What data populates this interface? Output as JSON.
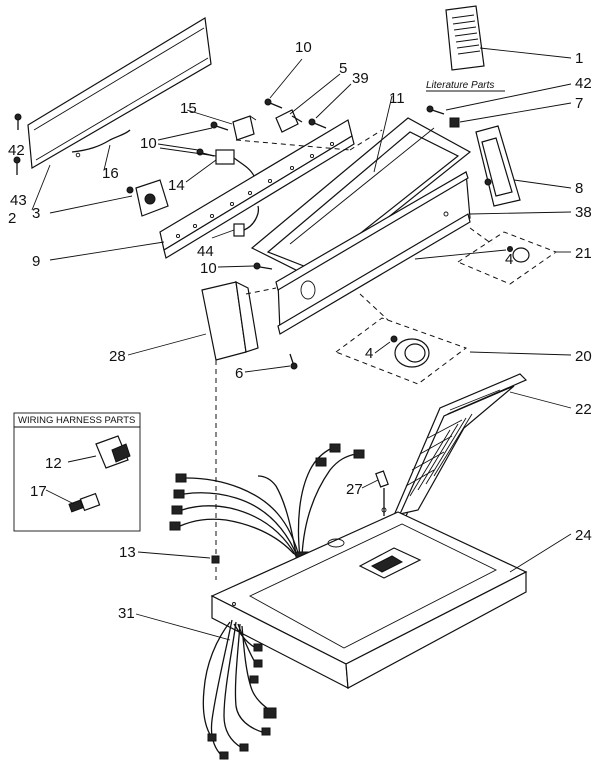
{
  "diagram": {
    "literature_label": "Literature Parts",
    "wiring_box_title": "WIRING HARNESS PARTS",
    "callouts": [
      {
        "id": "c1",
        "text": "1"
      },
      {
        "id": "c2",
        "text": "2"
      },
      {
        "id": "c3",
        "text": "3"
      },
      {
        "id": "c4a",
        "text": "4"
      },
      {
        "id": "c4b",
        "text": "4"
      },
      {
        "id": "c5",
        "text": "5"
      },
      {
        "id": "c6",
        "text": "6"
      },
      {
        "id": "c7",
        "text": "7"
      },
      {
        "id": "c8",
        "text": "8"
      },
      {
        "id": "c9",
        "text": "9"
      },
      {
        "id": "c10a",
        "text": "10"
      },
      {
        "id": "c10b",
        "text": "10"
      },
      {
        "id": "c10c",
        "text": "10"
      },
      {
        "id": "c11",
        "text": "11"
      },
      {
        "id": "c12",
        "text": "12"
      },
      {
        "id": "c13",
        "text": "13"
      },
      {
        "id": "c14",
        "text": "14"
      },
      {
        "id": "c15",
        "text": "15"
      },
      {
        "id": "c16",
        "text": "16"
      },
      {
        "id": "c17",
        "text": "17"
      },
      {
        "id": "c20",
        "text": "20"
      },
      {
        "id": "c21",
        "text": "21"
      },
      {
        "id": "c22",
        "text": "22"
      },
      {
        "id": "c24",
        "text": "24"
      },
      {
        "id": "c27",
        "text": "27"
      },
      {
        "id": "c28",
        "text": "28"
      },
      {
        "id": "c31",
        "text": "31"
      },
      {
        "id": "c38",
        "text": "38"
      },
      {
        "id": "c39",
        "text": "39"
      },
      {
        "id": "c42a",
        "text": "42"
      },
      {
        "id": "c42b",
        "text": "42"
      },
      {
        "id": "c43",
        "text": "43"
      },
      {
        "id": "c44",
        "text": "44"
      }
    ]
  }
}
